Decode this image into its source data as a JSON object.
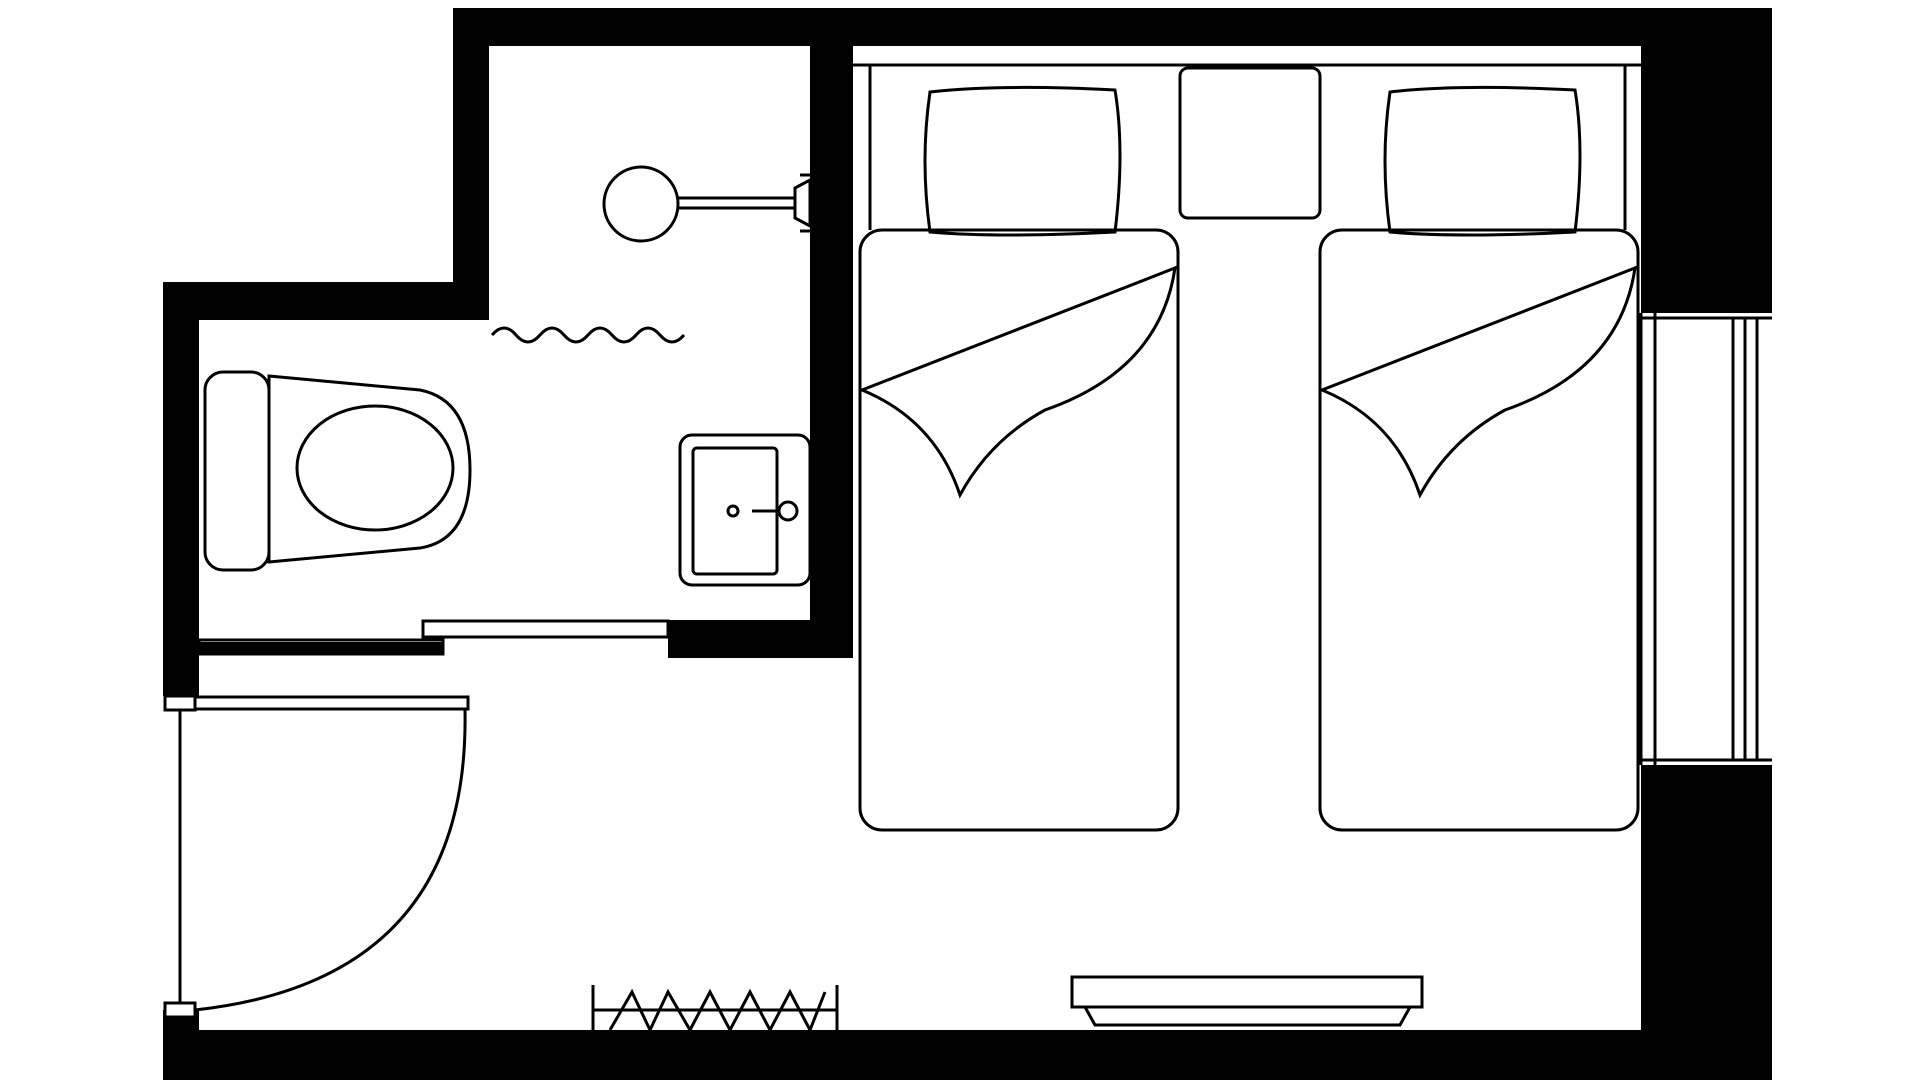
{
  "diagram": {
    "kind": "hotel twin room floor plan",
    "background_color": "#ffffff",
    "wall_color": "#000000",
    "line_color": "#000000",
    "rooms": [
      "bathroom",
      "bedroom"
    ],
    "fixtures": [
      {
        "name": "shower",
        "room": "bathroom"
      },
      {
        "name": "toilet",
        "room": "bathroom"
      },
      {
        "name": "washbasin",
        "room": "bathroom"
      },
      {
        "name": "single-bed",
        "room": "bedroom",
        "count": 2
      },
      {
        "name": "nightstand",
        "room": "bedroom"
      },
      {
        "name": "luggage-rack",
        "room": "bedroom"
      },
      {
        "name": "desk-shelf",
        "room": "bedroom"
      },
      {
        "name": "window",
        "room": "bedroom"
      },
      {
        "name": "entrance-door",
        "room": "bedroom"
      },
      {
        "name": "bathroom-sliding-door",
        "room": "bathroom"
      }
    ]
  }
}
